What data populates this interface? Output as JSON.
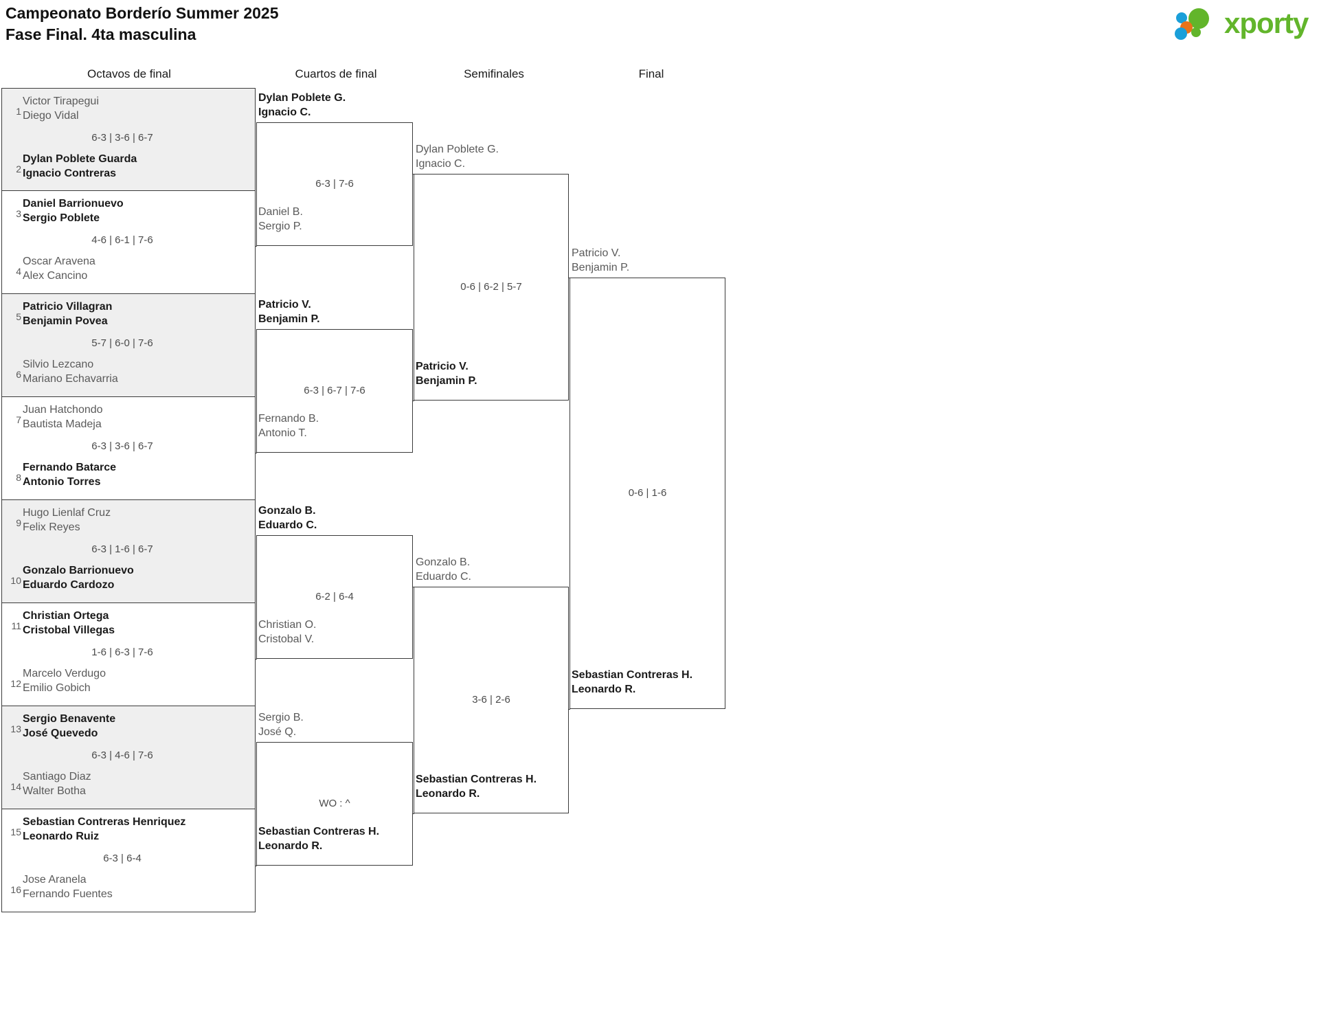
{
  "header": {
    "title_line1": "Campeonato Borderío Summer 2025",
    "title_line2": "Fase Final. 4ta masculina"
  },
  "logo": {
    "wordmark": "xporty",
    "colors": {
      "green": "#62b52b",
      "blue": "#1a9fd9",
      "orange": "#e8731a"
    }
  },
  "rounds": [
    {
      "label": "Octavos de final"
    },
    {
      "label": "Cuartos de final"
    },
    {
      "label": "Semifinales"
    },
    {
      "label": "Final"
    }
  ],
  "round1": {
    "matches": [
      {
        "shaded": true,
        "score": "6-3 | 3-6 | 6-7",
        "top": {
          "seed": "1",
          "p1": "Victor Tirapegui",
          "p2": "Diego Vidal",
          "winner": false
        },
        "bottom": {
          "seed": "2",
          "p1": "Dylan Poblete Guarda",
          "p2": "Ignacio Contreras",
          "winner": true
        }
      },
      {
        "shaded": false,
        "score": "4-6 | 6-1 | 7-6",
        "top": {
          "seed": "3",
          "p1": "Daniel Barrionuevo",
          "p2": "Sergio Poblete",
          "winner": true
        },
        "bottom": {
          "seed": "4",
          "p1": "Oscar Aravena",
          "p2": "Alex Cancino",
          "winner": false
        }
      },
      {
        "shaded": true,
        "score": "5-7 | 6-0 | 7-6",
        "top": {
          "seed": "5",
          "p1": "Patricio Villagran",
          "p2": "Benjamin Povea",
          "winner": true
        },
        "bottom": {
          "seed": "6",
          "p1": "Silvio Lezcano",
          "p2": "Mariano Echavarria",
          "winner": false
        }
      },
      {
        "shaded": false,
        "score": "6-3 | 3-6 | 6-7",
        "top": {
          "seed": "7",
          "p1": "Juan Hatchondo",
          "p2": "Bautista Madeja",
          "winner": false
        },
        "bottom": {
          "seed": "8",
          "p1": "Fernando Batarce",
          "p2": "Antonio Torres",
          "winner": true
        }
      },
      {
        "shaded": true,
        "score": "6-3 | 1-6 | 6-7",
        "top": {
          "seed": "9",
          "p1": "Hugo Lienlaf Cruz",
          "p2": "Felix Reyes",
          "winner": false
        },
        "bottom": {
          "seed": "10",
          "p1": "Gonzalo Barrionuevo",
          "p2": "Eduardo Cardozo",
          "winner": true
        }
      },
      {
        "shaded": false,
        "score": "1-6 | 6-3 | 7-6",
        "top": {
          "seed": "11",
          "p1": "Christian Ortega",
          "p2": "Cristobal Villegas",
          "winner": true
        },
        "bottom": {
          "seed": "12",
          "p1": "Marcelo Verdugo",
          "p2": "Emilio Gobich",
          "winner": false
        }
      },
      {
        "shaded": true,
        "score": "6-3 | 4-6 | 7-6",
        "top": {
          "seed": "13",
          "p1": "Sergio Benavente",
          "p2": "José Quevedo",
          "winner": true
        },
        "bottom": {
          "seed": "14",
          "p1": "Santiago Diaz",
          "p2": "Walter Botha",
          "winner": false
        }
      },
      {
        "shaded": false,
        "score": "6-3 | 6-4",
        "top": {
          "seed": "15",
          "p1": "Sebastian Contreras Henriquez",
          "p2": "Leonardo Ruiz",
          "winner": true
        },
        "bottom": {
          "seed": "16",
          "p1": "Jose Aranela",
          "p2": "Fernando Fuentes",
          "winner": false
        }
      }
    ]
  },
  "quarterfinals": {
    "matches": [
      {
        "score": "6-3 | 7-6",
        "top": {
          "p1": "Dylan Poblete G.",
          "p2": "Ignacio C.",
          "winner": true
        },
        "bottom": {
          "p1": "Daniel B.",
          "p2": "Sergio P.",
          "winner": false
        }
      },
      {
        "score": "6-3 | 6-7 | 7-6",
        "top": {
          "p1": "Patricio V.",
          "p2": "Benjamin P.",
          "winner": true
        },
        "bottom": {
          "p1": "Fernando B.",
          "p2": "Antonio T.",
          "winner": false
        }
      },
      {
        "score": "6-2 | 6-4",
        "top": {
          "p1": "Gonzalo B.",
          "p2": "Eduardo C.",
          "winner": true
        },
        "bottom": {
          "p1": "Christian O.",
          "p2": "Cristobal V.",
          "winner": false
        }
      },
      {
        "score": "WO : ^",
        "top": {
          "p1": "Sergio B.",
          "p2": "José Q.",
          "winner": false
        },
        "bottom": {
          "p1": "Sebastian Contreras H.",
          "p2": "Leonardo R.",
          "winner": true
        }
      }
    ]
  },
  "semifinals": {
    "matches": [
      {
        "score": "0-6 | 6-2 | 5-7",
        "top": {
          "p1": "Dylan Poblete G.",
          "p2": "Ignacio C.",
          "winner": false
        },
        "bottom": {
          "p1": "Patricio V.",
          "p2": "Benjamin P.",
          "winner": true
        }
      },
      {
        "score": "3-6 | 2-6",
        "top": {
          "p1": "Gonzalo B.",
          "p2": "Eduardo C.",
          "winner": false
        },
        "bottom": {
          "p1": "Sebastian Contreras H.",
          "p2": "Leonardo R.",
          "winner": true
        }
      }
    ]
  },
  "final": {
    "matches": [
      {
        "score": "0-6 | 1-6",
        "top": {
          "p1": "Patricio V.",
          "p2": "Benjamin P.",
          "winner": false
        },
        "bottom": {
          "p1": "Sebastian Contreras H.",
          "p2": "Leonardo R.",
          "winner": true
        }
      }
    ]
  }
}
